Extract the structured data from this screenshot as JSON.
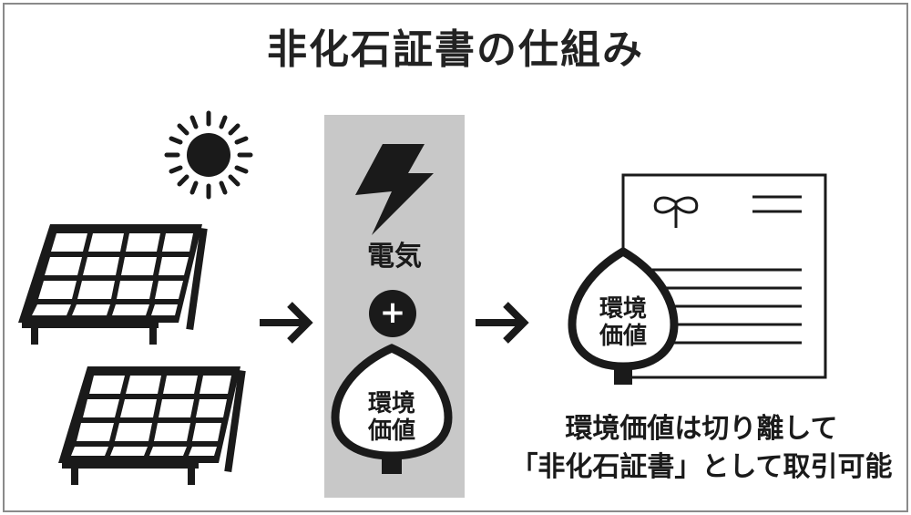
{
  "title": "非化石証書の仕組み",
  "middle": {
    "electricity_label": "電気",
    "plus_symbol": "+",
    "leaf_label_line1": "環境",
    "leaf_label_line2": "価値"
  },
  "right": {
    "leaf_label_line1": "環境",
    "leaf_label_line2": "価値"
  },
  "caption": {
    "line1": "環境価値は切り離して",
    "line2": "「非化石証書」として取引可能"
  },
  "icons": {
    "sun": "sun-icon",
    "solar_panels": "solar-panel-icon",
    "lightning": "lightning-icon",
    "leaf": "leaf-icon",
    "certificate": "certificate-icon",
    "arrow": "arrow-right-icon"
  }
}
